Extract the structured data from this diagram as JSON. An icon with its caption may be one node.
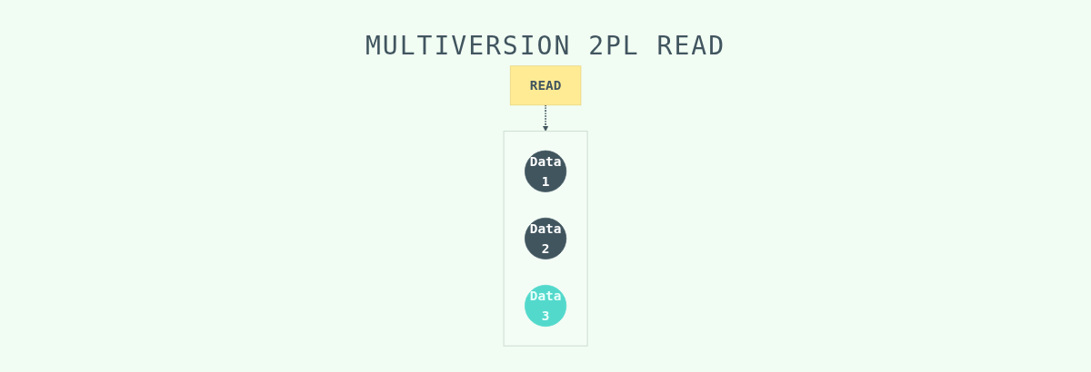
{
  "diagram": {
    "title": "MULTIVERSION 2PL READ",
    "nodes": [
      {
        "text": [
          "READ"
        ]
      },
      {
        "text": [],
        "shape": "box"
      },
      {
        "text": [
          "Data",
          "1"
        ],
        "in": 1
      },
      {
        "text": [
          "Data",
          "2"
        ],
        "in": 1
      },
      {
        "text": [
          "Data",
          "3"
        ],
        "in": 1
      }
    ],
    "edges": [
      {
        "from": 0,
        "to": 1,
        "arrow": "to",
        "style": "dashed"
      }
    ]
  }
}
